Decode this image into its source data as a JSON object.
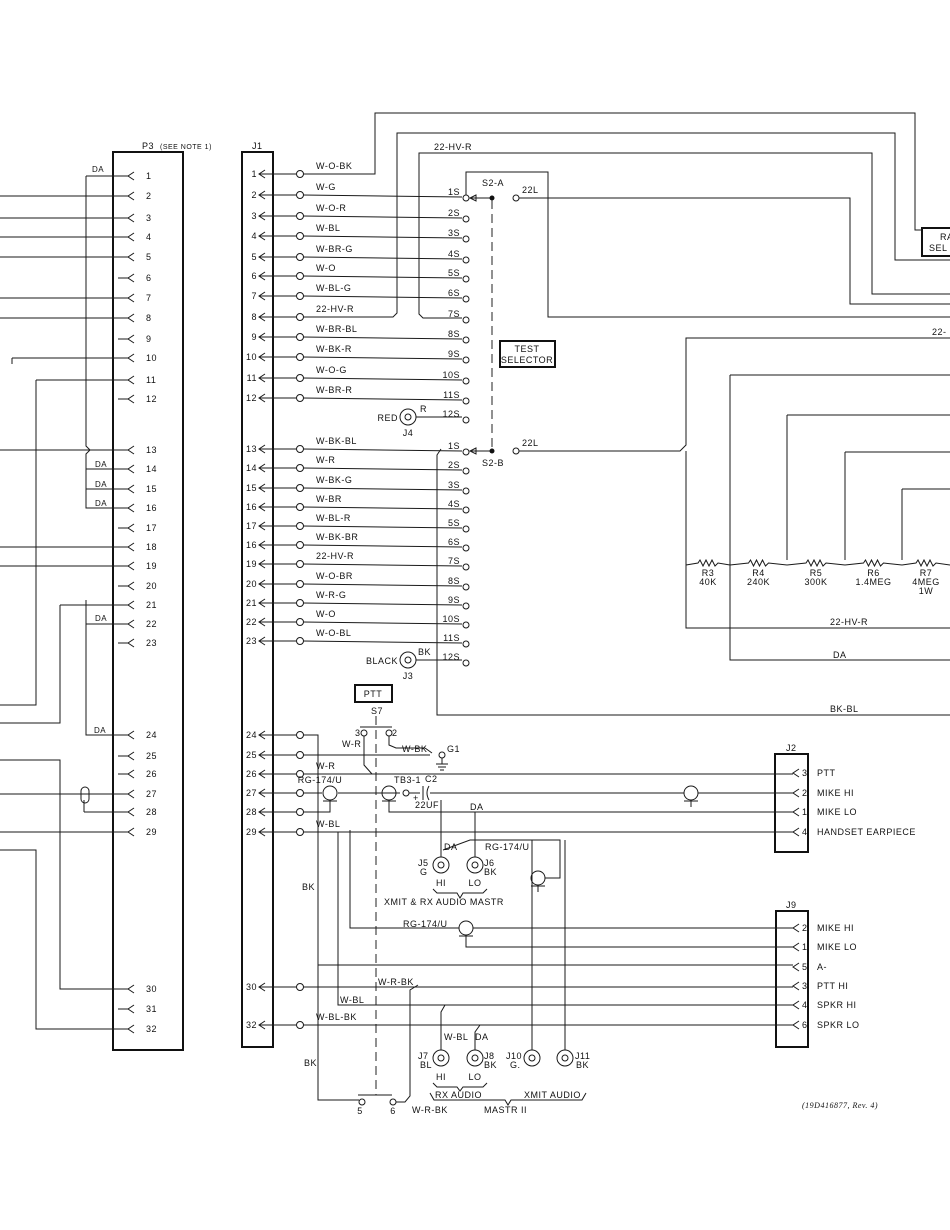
{
  "p3": {
    "title": "P3",
    "note": "(SEE NOTE 1)",
    "pins": [
      "1",
      "2",
      "3",
      "4",
      "5",
      "6",
      "7",
      "8",
      "9",
      "10",
      "11",
      "12",
      "13",
      "14",
      "15",
      "16",
      "17",
      "18",
      "19",
      "20",
      "21",
      "22",
      "23",
      "24",
      "25",
      "26",
      "27",
      "28",
      "29",
      "30",
      "31",
      "32"
    ],
    "da_label": "DA"
  },
  "j1": {
    "title": "J1",
    "pins": [
      {
        "n": "1",
        "wire": "W-O-BK"
      },
      {
        "n": "2",
        "wire": "W-G"
      },
      {
        "n": "3",
        "wire": "W-O-R"
      },
      {
        "n": "4",
        "wire": "W-BL"
      },
      {
        "n": "5",
        "wire": "W-BR-G"
      },
      {
        "n": "6",
        "wire": "W-O"
      },
      {
        "n": "7",
        "wire": "W-BL-G"
      },
      {
        "n": "8",
        "wire": "22-HV-R"
      },
      {
        "n": "9",
        "wire": "W-BR-BL"
      },
      {
        "n": "10",
        "wire": "W-BK-R"
      },
      {
        "n": "11",
        "wire": "W-O-G"
      },
      {
        "n": "12",
        "wire": "W-BR-R"
      },
      {
        "n": "13",
        "wire": "W-BK-BL"
      },
      {
        "n": "14",
        "wire": "W-R"
      },
      {
        "n": "15",
        "wire": "W-BK-G"
      },
      {
        "n": "16",
        "wire": "W-BR"
      },
      {
        "n": "17",
        "wire": "W-BL-R"
      },
      {
        "n": "16",
        "wire": "W-BK-BR"
      },
      {
        "n": "19",
        "wire": "22-HV-R"
      },
      {
        "n": "20",
        "wire": "W-O-BR"
      },
      {
        "n": "21",
        "wire": "W-R-G"
      },
      {
        "n": "22",
        "wire": "W-O"
      },
      {
        "n": "23",
        "wire": "W-O-BL"
      },
      {
        "n": "24",
        "wire": ""
      },
      {
        "n": "25",
        "wire": ""
      },
      {
        "n": "26",
        "wire": "W-R"
      },
      {
        "n": "27",
        "wire": ""
      },
      {
        "n": "28",
        "wire": ""
      },
      {
        "n": "29",
        "wire": "W-BL"
      },
      {
        "n": "30",
        "wire": ""
      },
      {
        "n": "32",
        "wire": "W-BL-BK"
      }
    ]
  },
  "s2": {
    "deck_a": "S2-A",
    "deck_b": "S2-B",
    "terminals": [
      "1S",
      "2S",
      "3S",
      "4S",
      "5S",
      "6S",
      "7S",
      "8S",
      "9S",
      "10S",
      "11S",
      "12S"
    ],
    "common": "22L",
    "selector_label_1": "TEST",
    "selector_label_2": "SELECTOR"
  },
  "top_wire_label": "22-HV-R",
  "j4": {
    "name": "J4",
    "color": "RED",
    "wire": "R"
  },
  "j3": {
    "name": "J3",
    "color": "BLACK",
    "wire": "BK"
  },
  "range_selector": {
    "line1": "RA",
    "line2": "SEL"
  },
  "resistors": [
    {
      "ref": "R3",
      "value": "40K",
      "rating": ""
    },
    {
      "ref": "R4",
      "value": "240K",
      "rating": ""
    },
    {
      "ref": "R5",
      "value": "300K",
      "rating": ""
    },
    {
      "ref": "R6",
      "value": "1.4MEG",
      "rating": ""
    },
    {
      "ref": "R7",
      "value": "4MEG",
      "rating": "1W"
    }
  ],
  "right_labels": {
    "hv_top": "22-",
    "hv_bottom": "22-HV-R",
    "da": "DA",
    "bk_bl": "BK-BL"
  },
  "ptt": {
    "box_label": "PTT",
    "switch": "S7",
    "t3": "3",
    "t2": "2",
    "t5": "5",
    "t6": "6",
    "w_r": "W-R",
    "w_bk": "W-BK",
    "ground": "G1",
    "w_r_bk": "W-R-BK",
    "w_bl": "W-BL",
    "bk": "BK"
  },
  "audio": {
    "coax": "RG-174/U",
    "tb": "TB3-1",
    "cap_ref": "C2",
    "cap_val": "22UF",
    "plus": "+",
    "da": "DA",
    "j5": "J5",
    "j5c": "G",
    "j6": "J6",
    "j6c": "BK",
    "hi": "HI",
    "lo": "LO",
    "xmit_rx": "XMIT & RX AUDIO MASTR",
    "j7": "J7",
    "j7c": "BL",
    "j8": "J8",
    "j8c": "BK",
    "j10": "J10",
    "j10c": "G.",
    "j11": "J11",
    "j11c": "BK",
    "rx_audio": "RX AUDIO",
    "xmit_audio": "XMIT AUDIO",
    "mastr2": "MASTR II"
  },
  "j2": {
    "title": "J2",
    "pins": [
      {
        "n": "3",
        "label": "PTT"
      },
      {
        "n": "2",
        "label": "MIKE HI"
      },
      {
        "n": "1",
        "label": "MIKE LO"
      },
      {
        "n": "4",
        "label": "HANDSET EARPIECE"
      }
    ]
  },
  "j9": {
    "title": "J9",
    "pins": [
      {
        "n": "2",
        "label": "MIKE HI"
      },
      {
        "n": "1",
        "label": "MIKE LO"
      },
      {
        "n": "5",
        "label": "A-"
      },
      {
        "n": "3",
        "label": "PTT HI"
      },
      {
        "n": "4",
        "label": "SPKR HI"
      },
      {
        "n": "6",
        "label": "SPKR LO"
      }
    ]
  },
  "footnote": "(19D416877, Rev. 4)"
}
